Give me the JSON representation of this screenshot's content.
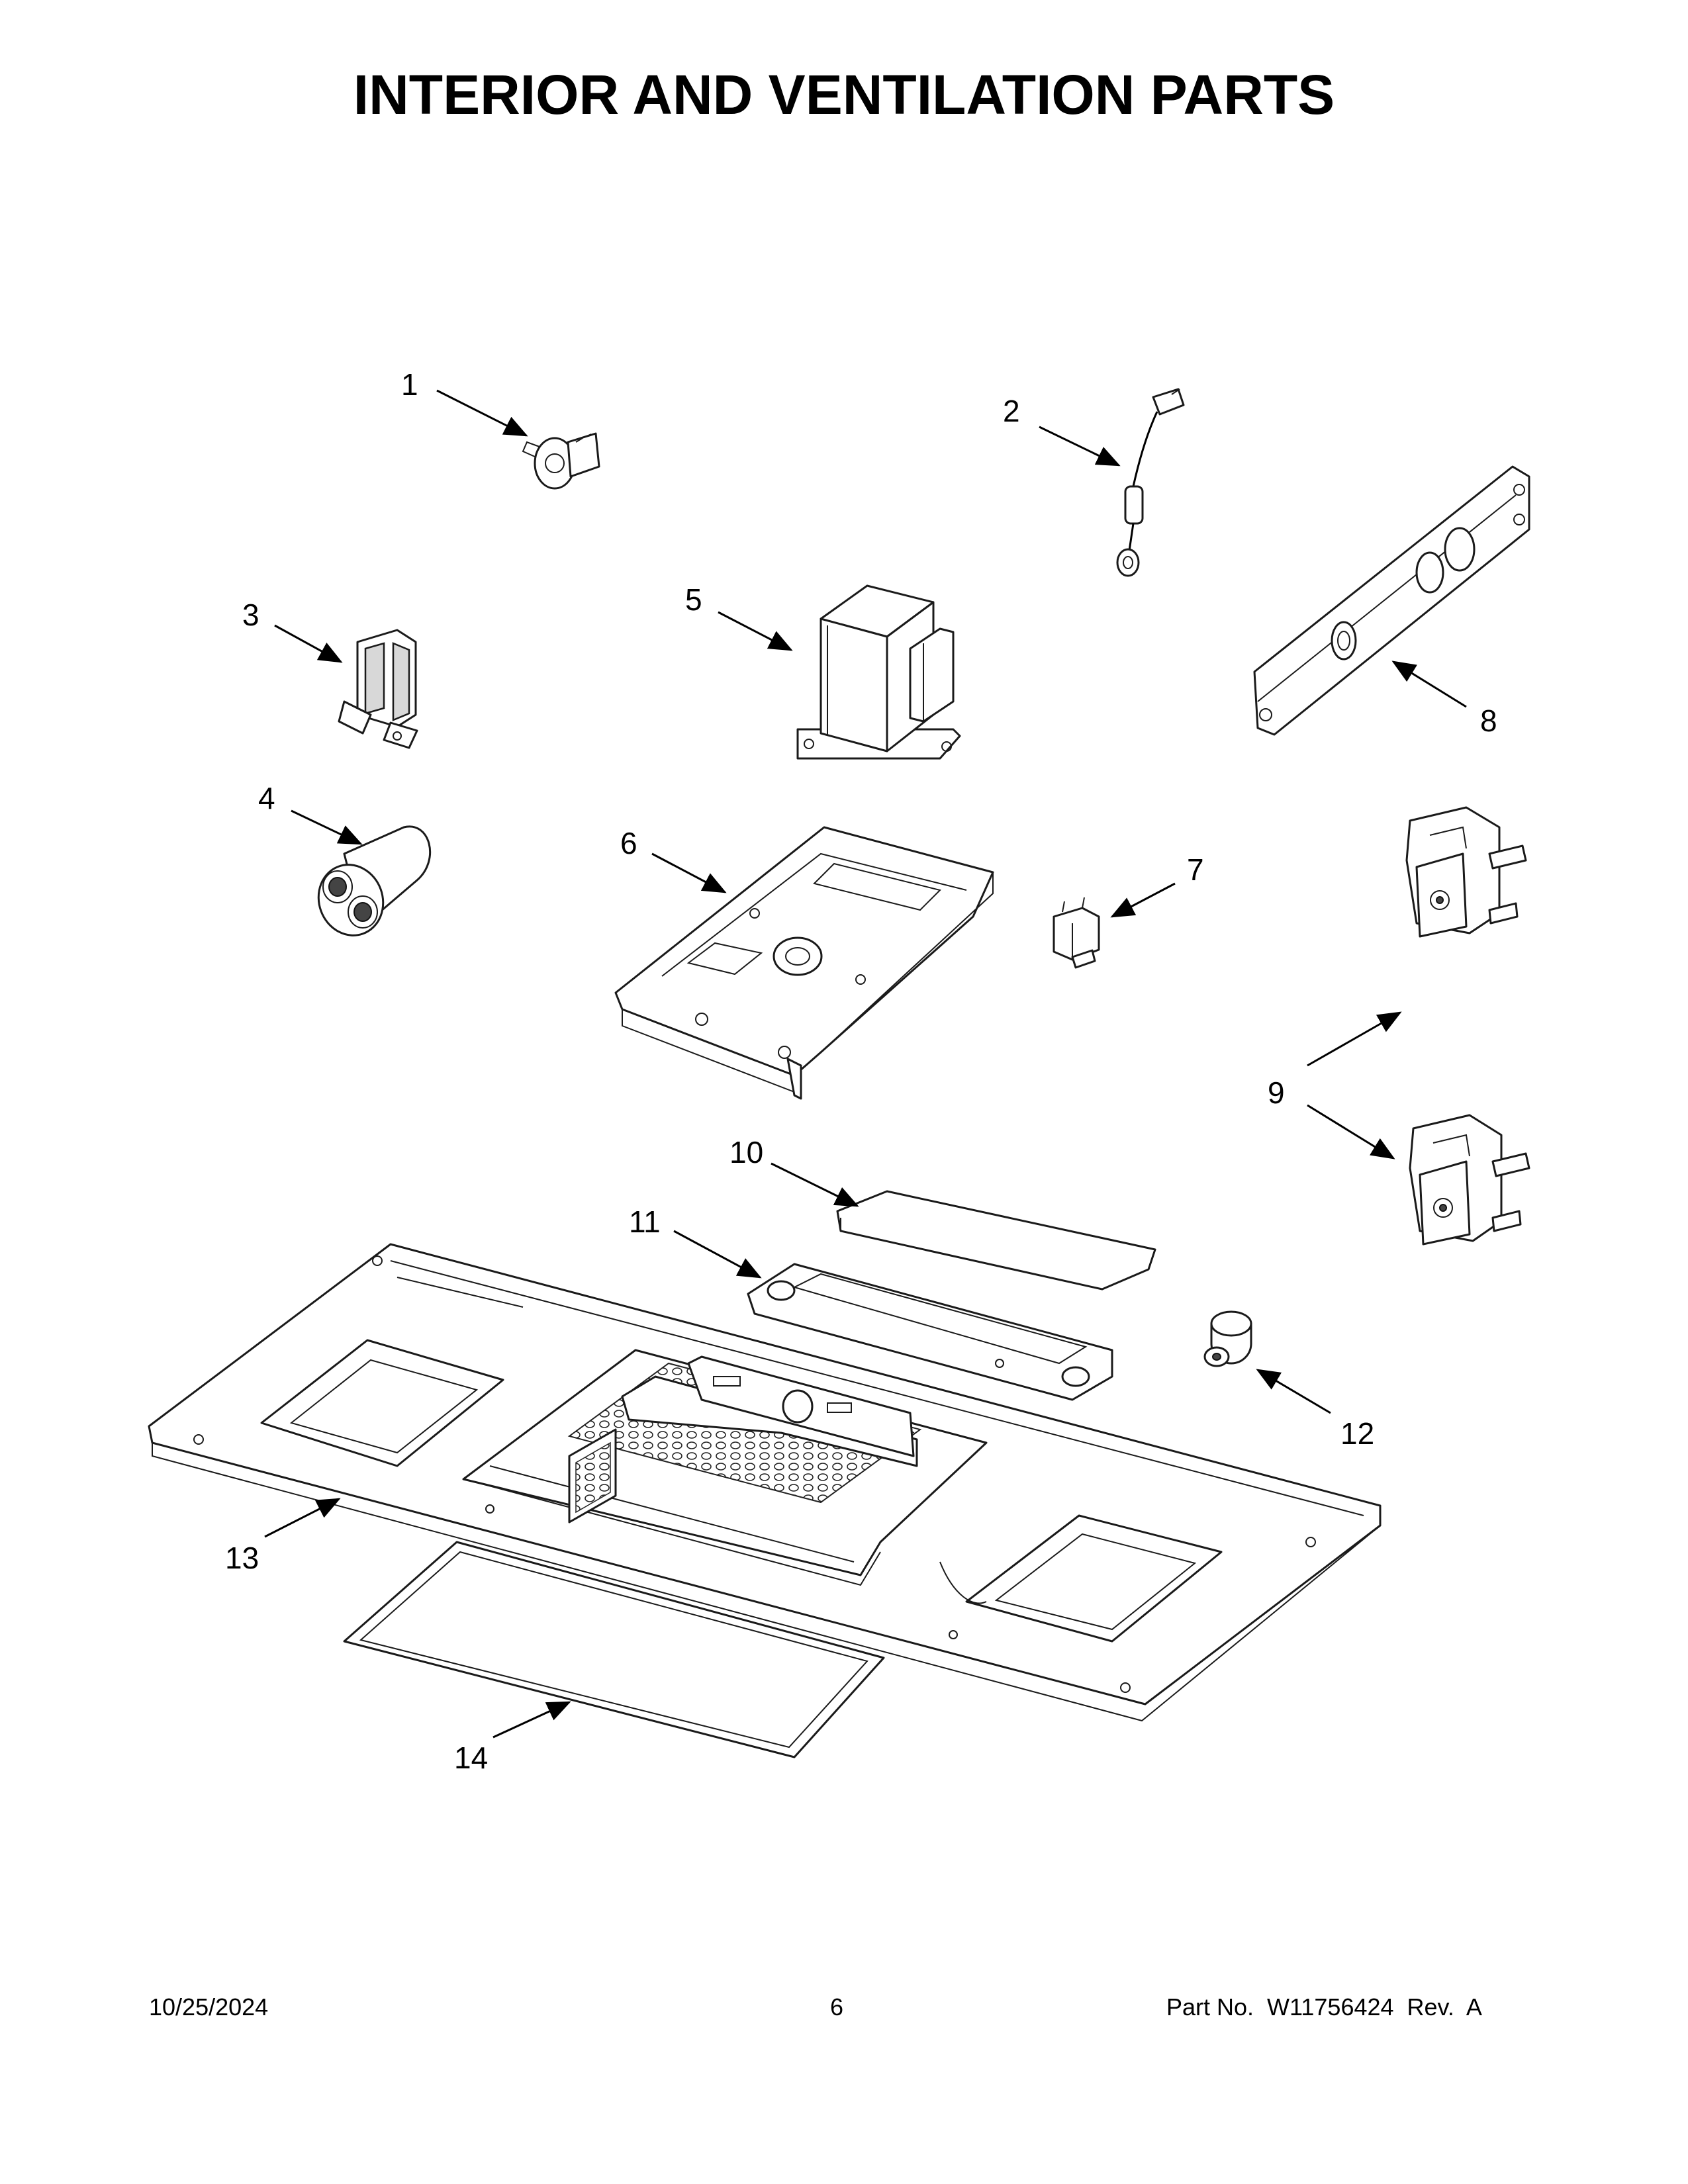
{
  "title": "INTERIOR AND VENTILATION PARTS",
  "callouts": [
    {
      "id": "1",
      "label": "1"
    },
    {
      "id": "2",
      "label": "2"
    },
    {
      "id": "3",
      "label": "3"
    },
    {
      "id": "4",
      "label": "4"
    },
    {
      "id": "5",
      "label": "5"
    },
    {
      "id": "6",
      "label": "6"
    },
    {
      "id": "7",
      "label": "7"
    },
    {
      "id": "8",
      "label": "8"
    },
    {
      "id": "9",
      "label": "9"
    },
    {
      "id": "10",
      "label": "10"
    },
    {
      "id": "11",
      "label": "11"
    },
    {
      "id": "12",
      "label": "12"
    },
    {
      "id": "13",
      "label": "13"
    },
    {
      "id": "14",
      "label": "14"
    }
  ],
  "footer": {
    "date": "10/25/2024",
    "page": "6",
    "part_no": "Part No.  W11756424  Rev.  A"
  }
}
